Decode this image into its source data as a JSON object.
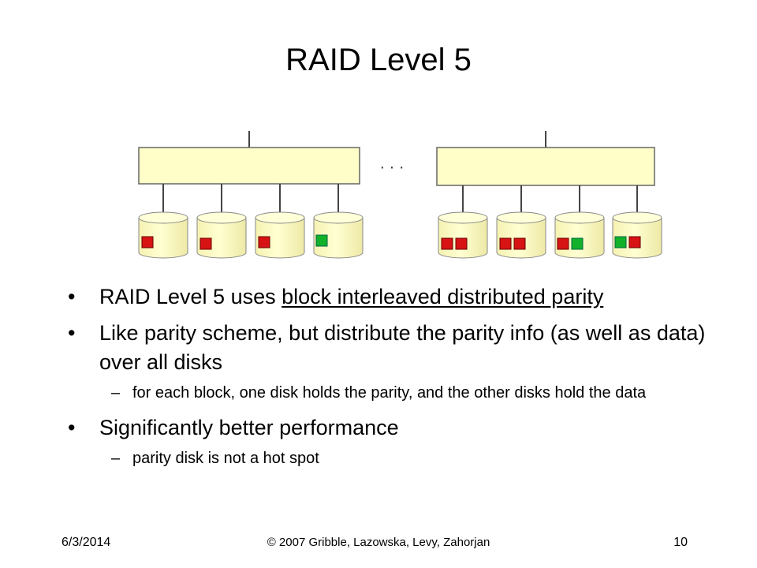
{
  "slide": {
    "title": "RAID Level 5",
    "diagram": {
      "ellipsis": "· · ·",
      "colors": {
        "controller": "#fffdc8",
        "disk": "#ffffc6",
        "line": "#444444",
        "data_block": "#d81313",
        "parity_block": "#12b12a"
      },
      "left_array": [
        "data-block",
        "data-block",
        "data-block",
        "parity-block"
      ],
      "right_array": [
        [
          "data-block",
          "data-block"
        ],
        [
          "data-block",
          "data-block"
        ],
        [
          "data-block",
          "parity-block"
        ],
        [
          "parity-block",
          "data-block"
        ]
      ]
    },
    "bullets": {
      "b1_prefix": "RAID Level 5 uses ",
      "b1_underlined": "block interleaved distributed parity",
      "b2": "Like parity scheme, but distribute the parity info (as well as data) over all disks",
      "b2_sub1": "for each block, one disk holds the parity, and the other disks hold the data",
      "b3": "Significantly better performance",
      "b3_sub1": "parity disk is not a hot spot"
    },
    "bullet_glyph": "•",
    "dash_glyph": "–"
  },
  "footer": {
    "date": "6/3/2014",
    "copyright": "© 2007 Gribble, Lazowska, Levy, Zahorjan",
    "page_number": "10"
  }
}
